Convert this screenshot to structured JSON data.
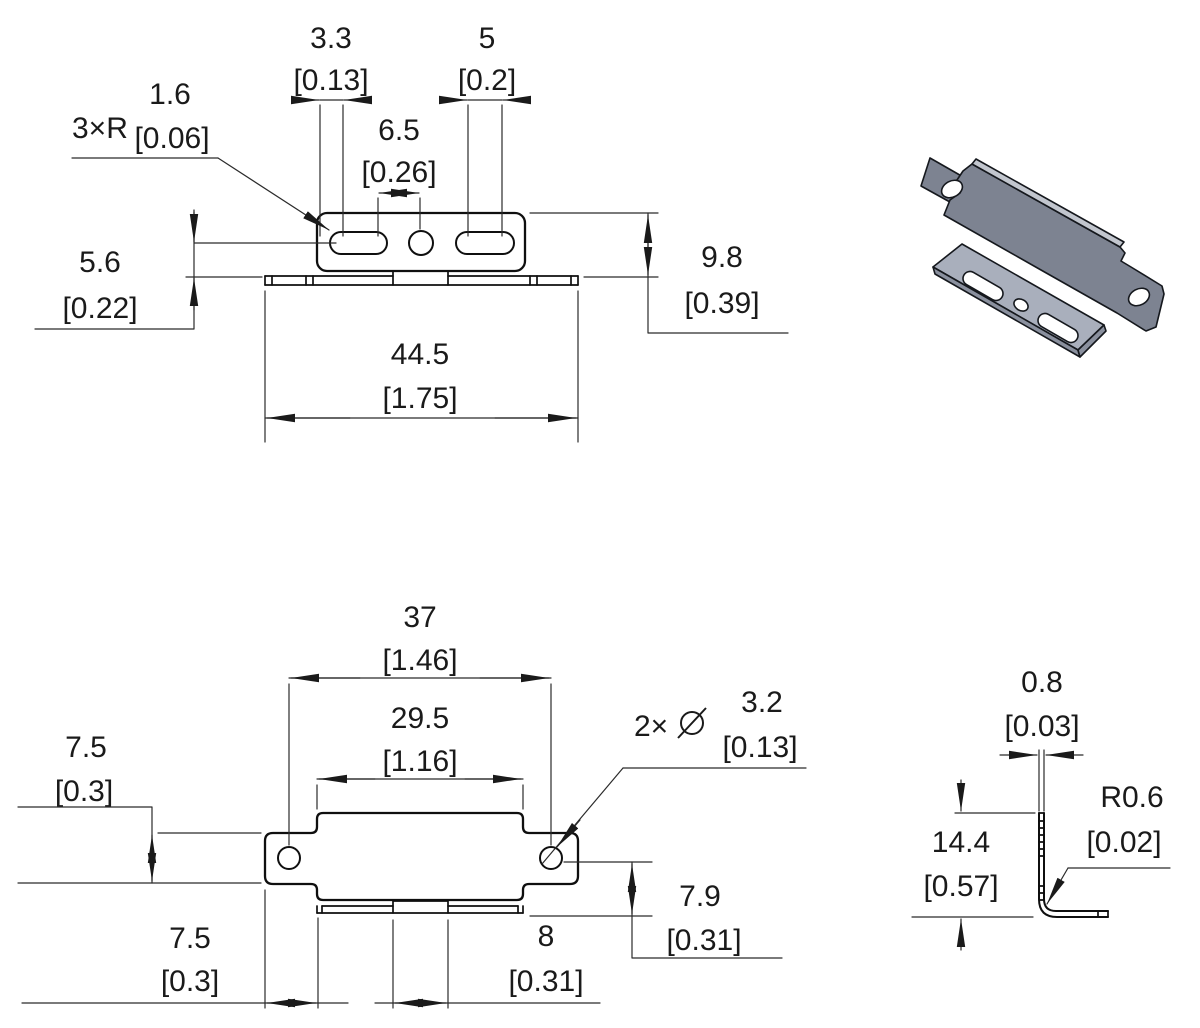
{
  "top_view": {
    "slot_width": {
      "mm": "3.3",
      "in": "[0.13]"
    },
    "slot_span": {
      "mm": "5",
      "in": "[0.2]"
    },
    "center_offset": {
      "mm": "6.5",
      "in": "[0.26]"
    },
    "corner_radius": {
      "label": "3×R",
      "mm": "1.6",
      "in": "[0.06]"
    },
    "slot_edge_offset": {
      "mm": "5.6",
      "in": "[0.22]"
    },
    "flange_depth": {
      "mm": "9.8",
      "in": "[0.39]"
    },
    "overall_width": {
      "mm": "44.5",
      "in": "[1.75]"
    }
  },
  "front_view": {
    "hole_spacing": {
      "mm": "37",
      "in": "[1.46]"
    },
    "flange_width": {
      "mm": "29.5",
      "in": "[1.16]"
    },
    "tab_height": {
      "mm": "7.5",
      "in": "[0.3]"
    },
    "tab_width": {
      "mm": "7.5",
      "in": "[0.3]"
    },
    "hole_diameter": {
      "label": "2×",
      "mm": "3.2",
      "in": "[0.13]"
    },
    "hole_to_bottom": {
      "mm": "7.9",
      "in": "[0.31]"
    },
    "center_tab_width": {
      "mm": "8",
      "in": "[0.31]"
    }
  },
  "side_view": {
    "thickness": {
      "mm": "0.8",
      "in": "[0.03]"
    },
    "height": {
      "mm": "14.4",
      "in": "[0.57]"
    },
    "bend_radius": {
      "mm": "R0.6",
      "in": "[0.02]"
    }
  },
  "colors": {
    "line": "#0f0f0f",
    "dimension_line": "#2b2b2b",
    "plate_face": "#7d8391",
    "plate_bevel": "#c2c6ce",
    "flange_top": "#a9afbc",
    "flange_side": "#8a909e",
    "background": "#ffffff"
  }
}
